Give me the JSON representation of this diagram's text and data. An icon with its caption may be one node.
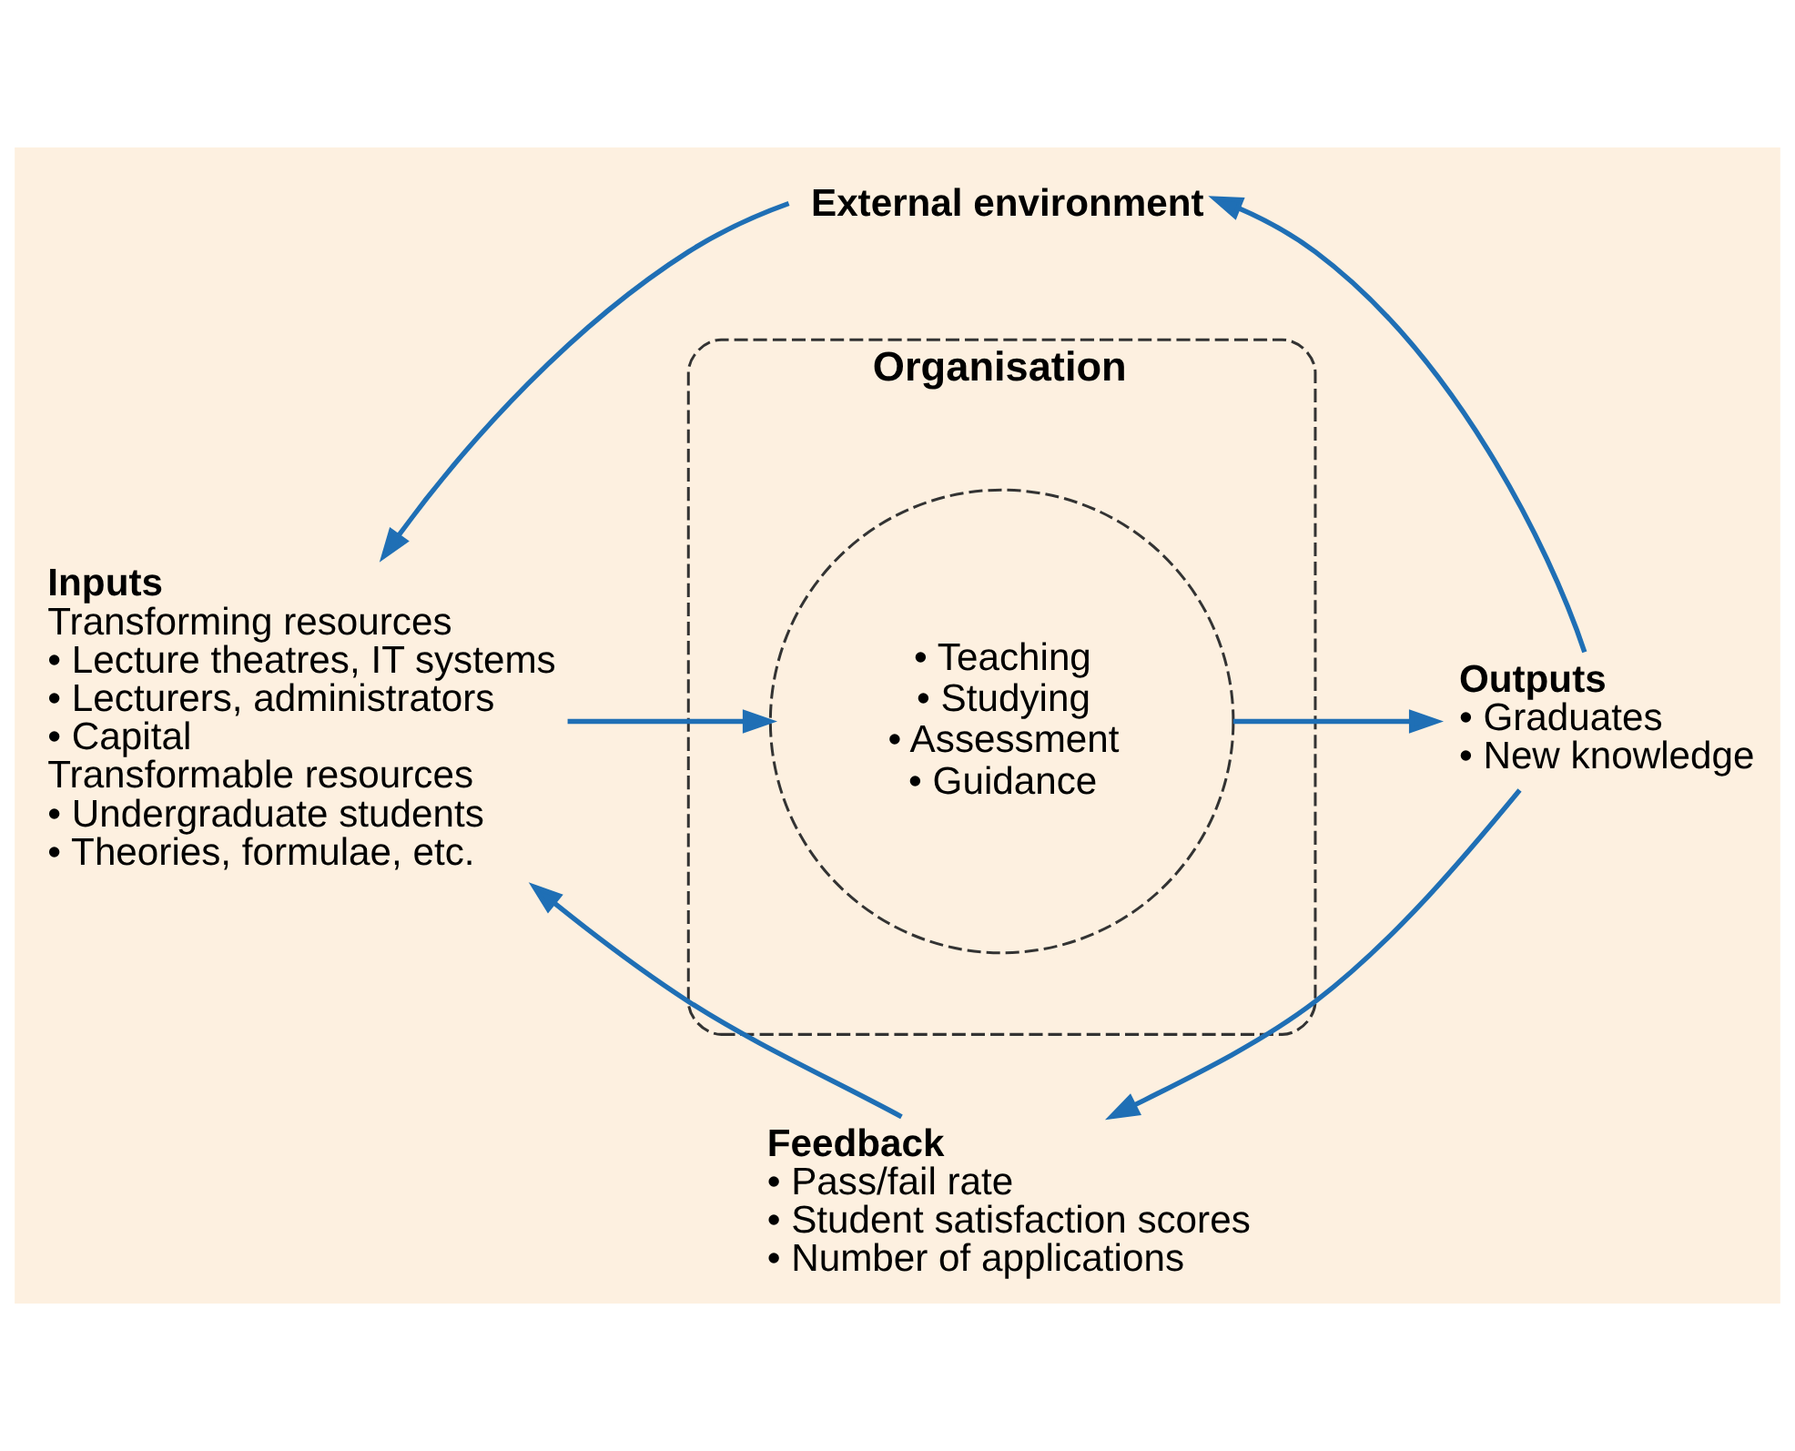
{
  "diagram": {
    "nodes": [
      {
        "text": [
          "External environment"
        ]
      },
      {
        "text": [
          "Inputs",
          "Transforming resources",
          "• Lecture theatres, IT systems",
          "• Lecturers, administrators",
          "• Capital",
          "Transformable resources",
          "• Undergraduate students",
          "• Theories, formulae, etc."
        ]
      },
      {
        "text": [
          "Organisation"
        ]
      },
      {
        "text": [
          "• Teaching",
          "• Studying",
          "• Assessment",
          "• Guidance"
        ],
        "in": 2
      },
      {
        "text": [
          "Outputs",
          "• Graduates",
          "• New knowledge"
        ]
      },
      {
        "text": [
          "Feedback",
          "• Pass/fail rate",
          "• Student satisfaction scores",
          "• Number of applications"
        ]
      }
    ],
    "edges": [
      {
        "from": 0,
        "to": 1,
        "arrow": "to"
      },
      {
        "from": 1,
        "to": 3,
        "arrow": "to"
      },
      {
        "from": 3,
        "to": 4,
        "arrow": "to"
      },
      {
        "from": 4,
        "to": 0,
        "arrow": "to"
      },
      {
        "from": 4,
        "to": 5,
        "arrow": "to"
      },
      {
        "from": 5,
        "to": 1,
        "arrow": "to"
      }
    ]
  }
}
